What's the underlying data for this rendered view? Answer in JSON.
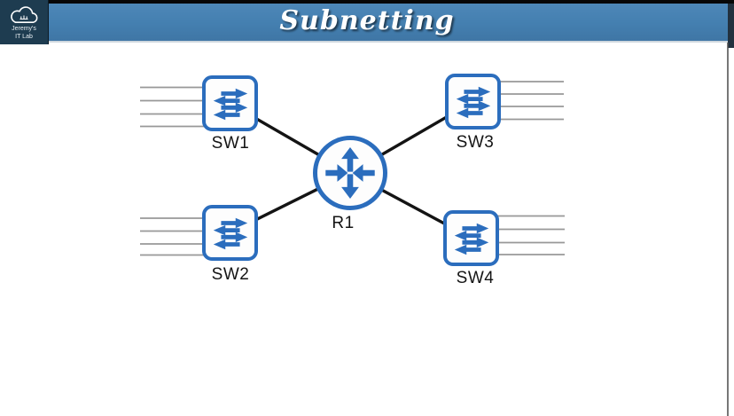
{
  "header": {
    "title": "Subnetting",
    "logo_line1": "Jeremy's",
    "logo_line2": "IT Lab"
  },
  "colors": {
    "banner_blue": "#447fb0",
    "logo_navy": "#1e3c50",
    "device_blue": "#2b6dbd",
    "link_black": "#141414",
    "host_line_gray": "#989898"
  },
  "topology": {
    "router": {
      "label": "R1",
      "type": "router"
    },
    "switches": [
      {
        "label": "SW1",
        "position": "top-left",
        "host_lines": 4
      },
      {
        "label": "SW2",
        "position": "bottom-left",
        "host_lines": 4
      },
      {
        "label": "SW3",
        "position": "top-right",
        "host_lines": 4
      },
      {
        "label": "SW4",
        "position": "bottom-right",
        "host_lines": 4
      }
    ],
    "links": [
      {
        "from": "R1",
        "to": "SW1"
      },
      {
        "from": "R1",
        "to": "SW2"
      },
      {
        "from": "R1",
        "to": "SW3"
      },
      {
        "from": "R1",
        "to": "SW4"
      }
    ]
  }
}
